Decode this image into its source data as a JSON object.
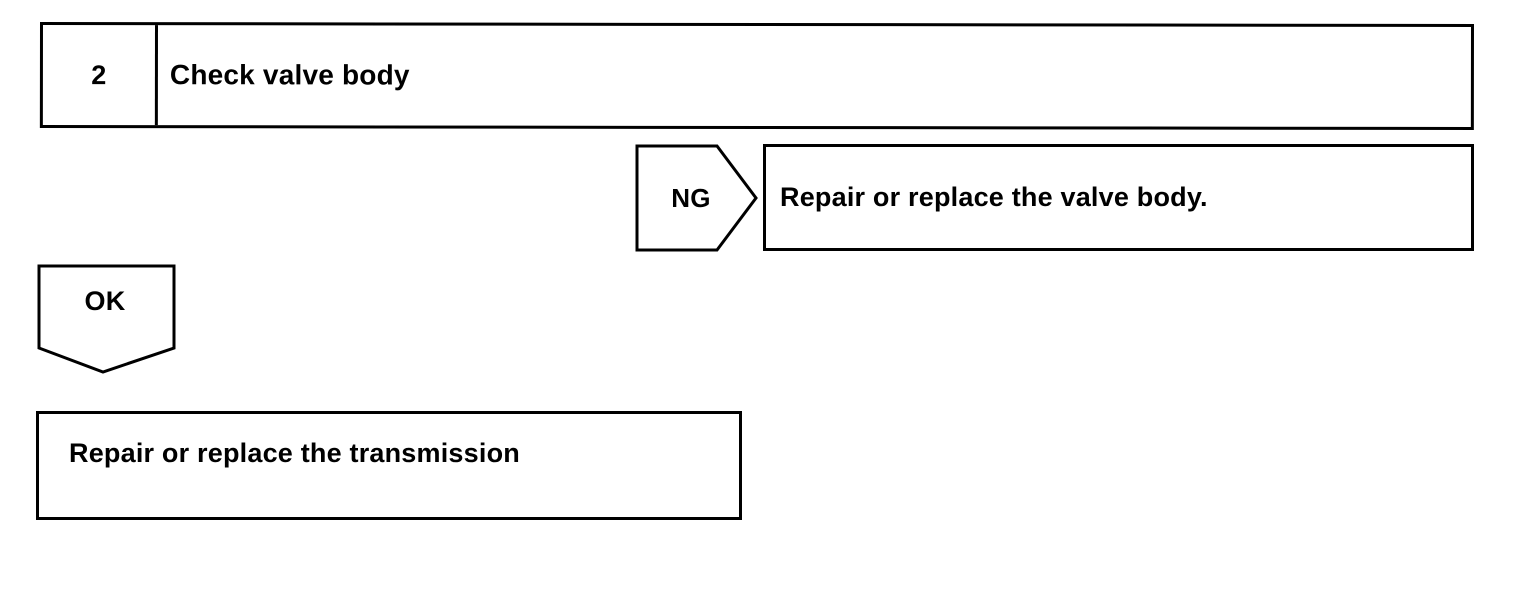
{
  "step": {
    "number": "2",
    "title": "Check valve body"
  },
  "ng_branch": {
    "label": "NG",
    "action": "Repair or replace the valve body."
  },
  "ok_branch": {
    "label": "OK",
    "action": "Repair or replace the transmission"
  }
}
